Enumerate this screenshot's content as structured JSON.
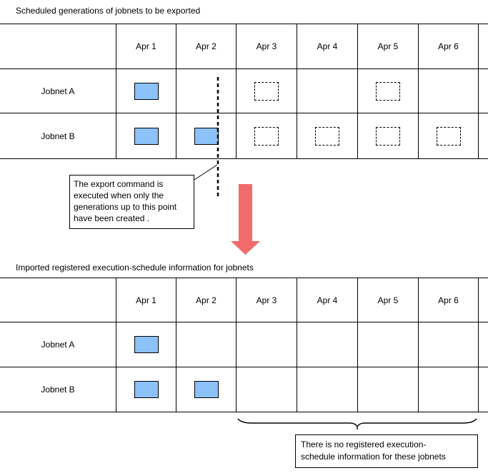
{
  "colors": {
    "box_fill": "#8CC1FA",
    "arrow": "#F16B6D",
    "line": "#000000"
  },
  "sections": {
    "top": {
      "title": "Scheduled generations of jobnets to be exported",
      "columns": [
        "Apr 1",
        "Apr 2",
        "Apr 3",
        "Apr 4",
        "Apr 5",
        "Apr 6"
      ],
      "rows": [
        {
          "label": "Jobnet A",
          "cells": [
            "solid",
            "",
            "dashed",
            "",
            "dashed",
            ""
          ]
        },
        {
          "label": "Jobnet B",
          "cells": [
            "solid",
            "solid",
            "dashed",
            "dashed",
            "dashed",
            "dashed"
          ]
        }
      ]
    },
    "bottom": {
      "title": "Imported registered execution-schedule information for jobnets",
      "columns": [
        "Apr 1",
        "Apr 2",
        "Apr 3",
        "Apr 4",
        "Apr 5",
        "Apr 6"
      ],
      "rows": [
        {
          "label": "Jobnet A",
          "cells": [
            "solid",
            "",
            "",
            "",
            "",
            ""
          ]
        },
        {
          "label": "Jobnet B",
          "cells": [
            "solid",
            "solid",
            "",
            "",
            "",
            ""
          ]
        }
      ]
    }
  },
  "callout": {
    "lines": [
      "The export command is",
      "executed when only the",
      "generations up to this point",
      "have been created ."
    ]
  },
  "note": {
    "lines": [
      "There is no registered execution-",
      "schedule information for these jobnets"
    ]
  }
}
